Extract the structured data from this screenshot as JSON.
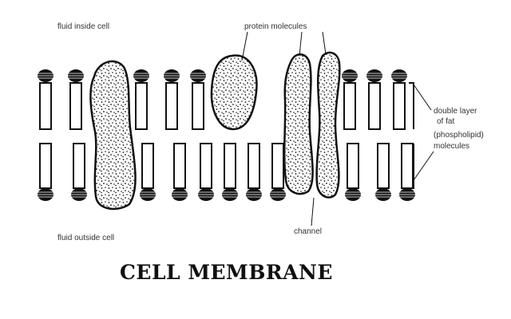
{
  "labels": {
    "fluid_inside": "fluid inside cell",
    "fluid_outside": "fluid outside cell",
    "protein_molecules": "protein molecules",
    "double_layer_line1": "double layer",
    "double_layer_line2": "of fat",
    "double_layer_line3": "(phospholipid)",
    "double_layer_line4": "molecules",
    "channel": "channel"
  },
  "title": "CELL MEMBRANE",
  "colors": {
    "ink": "#111111",
    "label_text": "#333333",
    "background": "#ffffff"
  }
}
